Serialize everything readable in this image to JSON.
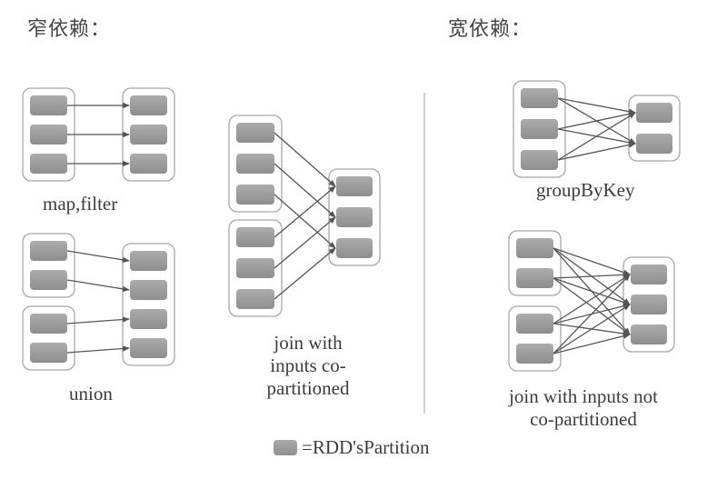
{
  "headings": {
    "narrow": "窄依赖：",
    "wide": "宽依赖："
  },
  "captions": {
    "map_filter": "map,filter",
    "union": "union",
    "join_copart": [
      "join with",
      "inputs co-",
      "partitioned"
    ],
    "groupbykey": "groupByKey",
    "join_not_copart": [
      "join with inputs not",
      "co-partitioned"
    ]
  },
  "legend": {
    "label": "=RDD'sPartition"
  },
  "colors": {
    "partition_fill": "#9c9c9c",
    "group_border": "#a8a8a8",
    "arrow": "#555555",
    "divider": "#d0d0d0"
  },
  "diagrams": [
    {
      "name": "map-filter",
      "type": "narrow",
      "parents": [
        3
      ],
      "child": 3,
      "edges": [
        [
          0,
          0
        ],
        [
          1,
          1
        ],
        [
          2,
          2
        ]
      ]
    },
    {
      "name": "union",
      "type": "narrow",
      "parents": [
        2,
        2
      ],
      "child": 4,
      "edges": [
        [
          0,
          0
        ],
        [
          1,
          1
        ],
        [
          2,
          2
        ],
        [
          3,
          3
        ]
      ]
    },
    {
      "name": "join-co-partitioned",
      "type": "narrow",
      "parents": [
        3,
        3
      ],
      "child": 3,
      "edges": [
        [
          0,
          0
        ],
        [
          1,
          1
        ],
        [
          2,
          2
        ],
        [
          3,
          0
        ],
        [
          4,
          1
        ],
        [
          5,
          2
        ]
      ]
    },
    {
      "name": "groupbykey",
      "type": "wide",
      "parents": [
        3
      ],
      "child": 2,
      "edges": [
        [
          0,
          0
        ],
        [
          0,
          1
        ],
        [
          1,
          0
        ],
        [
          1,
          1
        ],
        [
          2,
          0
        ],
        [
          2,
          1
        ]
      ]
    },
    {
      "name": "join-not-co-partitioned",
      "type": "wide",
      "parents": [
        2,
        2
      ],
      "child": 3,
      "edges": [
        [
          0,
          0
        ],
        [
          0,
          1
        ],
        [
          0,
          2
        ],
        [
          1,
          0
        ],
        [
          1,
          1
        ],
        [
          1,
          2
        ],
        [
          2,
          0
        ],
        [
          2,
          1
        ],
        [
          2,
          2
        ],
        [
          3,
          0
        ],
        [
          3,
          1
        ],
        [
          3,
          2
        ]
      ]
    }
  ]
}
